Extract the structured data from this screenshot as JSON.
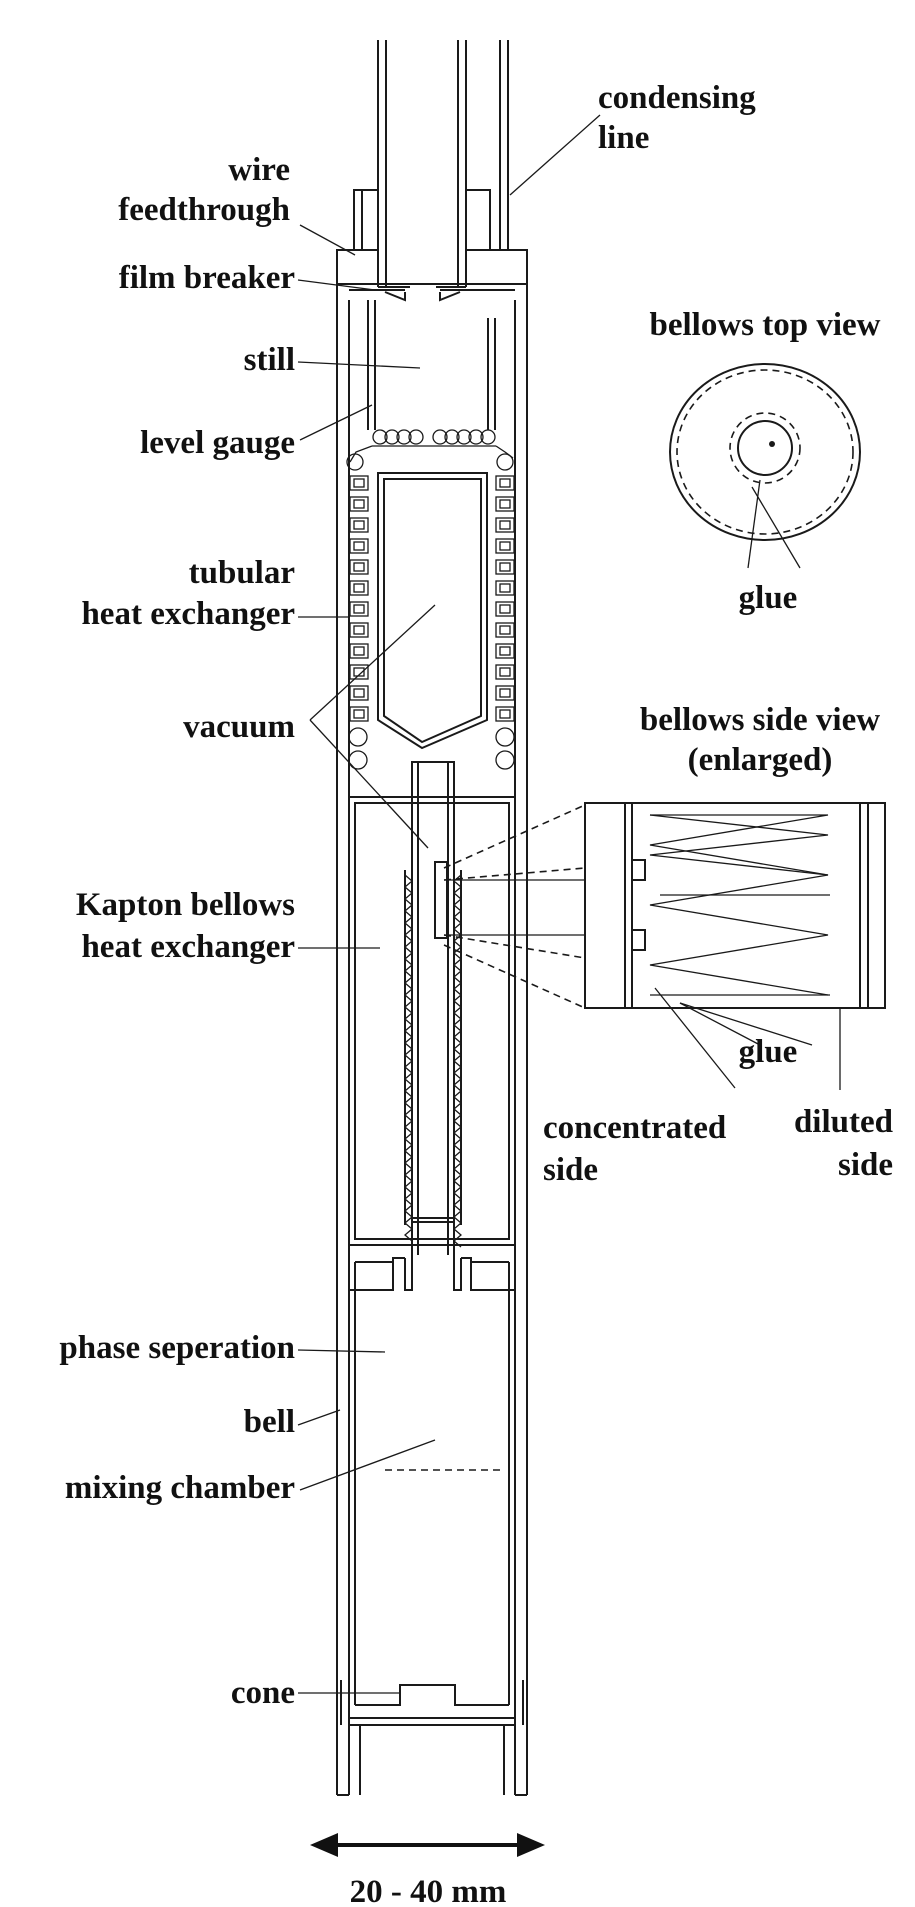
{
  "labels": {
    "condensing_line": [
      "condensing",
      "line"
    ],
    "wire_feedthrough": [
      "wire",
      "feedthrough"
    ],
    "film_breaker": "film breaker",
    "still": "still",
    "level_gauge": "level gauge",
    "tubular_heat_exchanger": [
      "tubular",
      "heat exchanger"
    ],
    "vacuum": "vacuum",
    "kapton_bellows_heat_exchanger": [
      "Kapton bellows",
      "heat exchanger"
    ],
    "phase_separation": "phase seperation",
    "bell": "bell",
    "mixing_chamber": "mixing chamber",
    "cone": "cone",
    "bellows_top_view": "bellows top view",
    "glue_top": "glue",
    "bellows_side_view": [
      "bellows side view",
      "(enlarged)"
    ],
    "glue_side": "glue",
    "concentrated_side": [
      "concentrated",
      "side"
    ],
    "diluted_side": [
      "diluted",
      "side"
    ],
    "dimension": "20 - 40 mm"
  }
}
